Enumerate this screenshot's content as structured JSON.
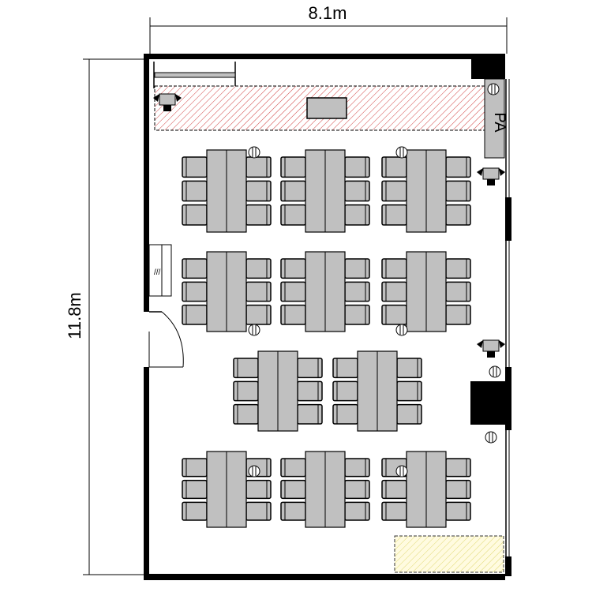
{
  "dimensions": {
    "width_label": "8.1m",
    "height_label": "11.8m"
  },
  "pa_label": "PA",
  "colors": {
    "wall": "#000000",
    "furniture": "#c0c0c0",
    "stage_hatch": "#d04040",
    "area_hatch": "#e0d870",
    "area_fill": "#fffbe0"
  },
  "layout": {
    "table_groups": 11,
    "chairs_per_group": 6
  }
}
